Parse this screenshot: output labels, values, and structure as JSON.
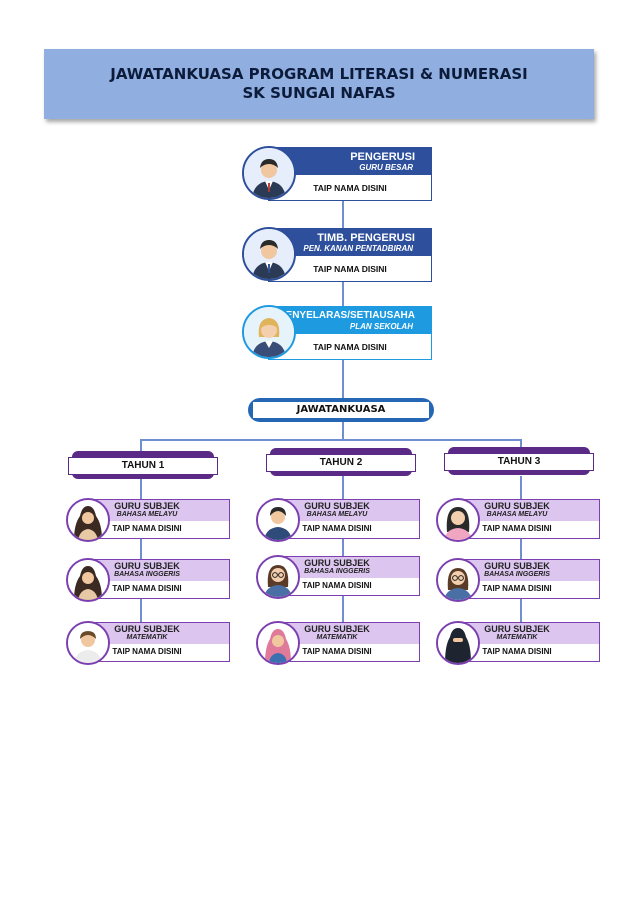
{
  "header": {
    "title_line1": "JAWATANKUASA PROGRAM LITERASI & NUMERASI",
    "title_line2": "SK SUNGAI NAFAS"
  },
  "leaders": [
    {
      "role": "PENGERUSI",
      "subtitle": "GURU BESAR",
      "name": "TAIP NAMA DISINI",
      "icon": "man-suit-avatar-icon",
      "color": "#2d4f9c"
    },
    {
      "role": "TIMB. PENGERUSI",
      "subtitle": "PEN. KANAN PENTADBIRAN",
      "name": "TAIP NAMA DISINI",
      "icon": "man-suit-avatar-icon",
      "color": "#2d4f9c"
    },
    {
      "role": "PENYELARAS/SETIAUSAHA",
      "subtitle": "PLAN SEKOLAH",
      "name": "TAIP NAMA DISINI",
      "icon": "woman-blonde-avatar-icon",
      "color": "#1e9be0"
    }
  ],
  "committee": {
    "label": "JAWATANKUASA"
  },
  "years": [
    {
      "label": "TAHUN 1",
      "teachers": [
        {
          "role": "GURU SUBJEK",
          "subject": "BAHASA MELAYU",
          "name": "TAIP NAMA DISINI",
          "icon": "woman-hijab-avatar-icon"
        },
        {
          "role": "GURU SUBJEK",
          "subject": "BAHASA INGGERIS",
          "name": "TAIP NAMA DISINI",
          "icon": "woman-hijab-avatar-icon"
        },
        {
          "role": "GURU SUBJEK",
          "subject": "MATEMATIK",
          "name": "TAIP NAMA DISINI",
          "icon": "man-avatar-icon"
        }
      ]
    },
    {
      "label": "TAHUN 2",
      "teachers": [
        {
          "role": "GURU SUBJEK",
          "subject": "BAHASA MELAYU",
          "name": "TAIP NAMA DISINI",
          "icon": "man-avatar-icon"
        },
        {
          "role": "GURU SUBJEK",
          "subject": "BAHASA INGGERIS",
          "name": "TAIP NAMA DISINI",
          "icon": "woman-glasses-avatar-icon"
        },
        {
          "role": "GURU SUBJEK",
          "subject": "MATEMATIK",
          "name": "TAIP NAMA DISINI",
          "icon": "woman-hijab-pink-avatar-icon"
        }
      ]
    },
    {
      "label": "TAHUN 3",
      "teachers": [
        {
          "role": "GURU SUBJEK",
          "subject": "BAHASA MELAYU",
          "name": "TAIP NAMA DISINI",
          "icon": "woman-avatar-icon"
        },
        {
          "role": "GURU SUBJEK",
          "subject": "BAHASA INGGERIS",
          "name": "TAIP NAMA DISINI",
          "icon": "woman-glasses-avatar-icon"
        },
        {
          "role": "GURU SUBJEK",
          "subject": "MATEMATIK",
          "name": "TAIP NAMA DISINI",
          "icon": "woman-niqab-avatar-icon"
        }
      ]
    }
  ]
}
